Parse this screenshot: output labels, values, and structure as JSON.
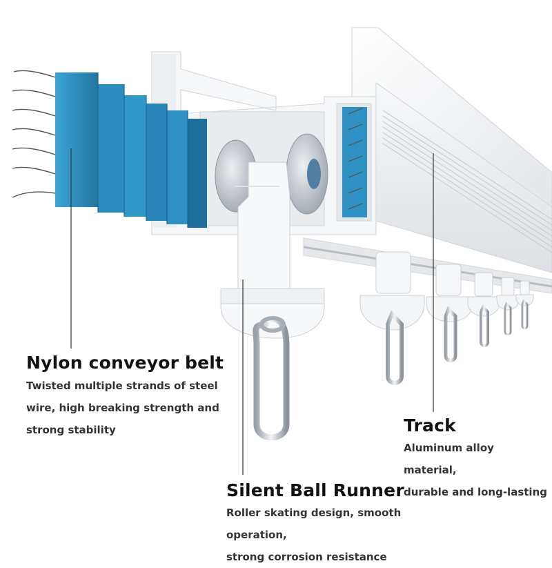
{
  "callouts": {
    "belt": {
      "title": "Nylon conveyor belt",
      "lines": [
        "Twisted multiple strands of steel",
        "wire, high breaking strength and",
        "strong stability"
      ]
    },
    "track": {
      "title": "Track",
      "lines": [
        "Aluminum alloy material,",
        "durable and long-lasting"
      ]
    },
    "runner": {
      "title": "Silent Ball Runner",
      "lines": [
        "Roller skating design, smooth operation,",
        "strong corrosion resistance"
      ]
    }
  },
  "colors": {
    "belt_blue": "#2e90c3",
    "belt_blue_dark": "#1f6f9e",
    "track_white": "#f4f5f7",
    "track_shadow": "#d9dce0",
    "roller_gray": "#b9bfc7",
    "hook_silver": "#c8ccd2",
    "leader_line": "#333333"
  }
}
